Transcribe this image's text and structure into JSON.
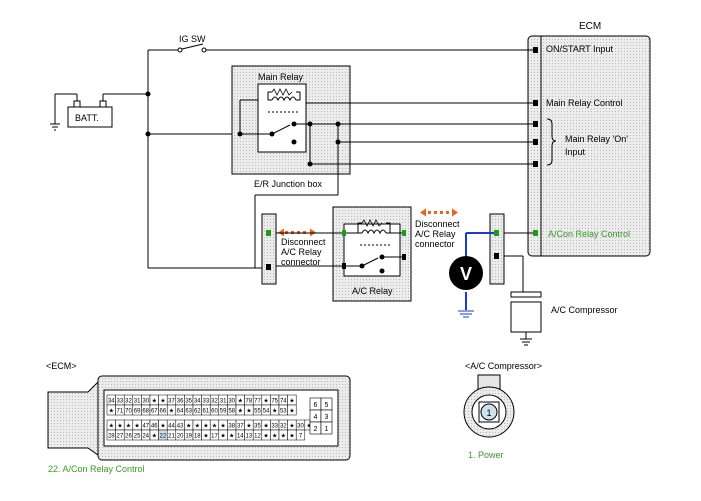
{
  "labels": {
    "ecm_title": "ECM",
    "ig_sw": "IG SW",
    "batt": "BATT.",
    "main_relay": "Main Relay",
    "er_junction_box": "E/R Junction box",
    "on_start_input": "ON/START Input",
    "main_relay_control": "Main Relay Control",
    "main_relay_on_input_1": "Main Relay 'On'",
    "main_relay_on_input_2": "Input",
    "acon_relay_control": "A/Con Relay Control",
    "ac_relay": "A/C Relay",
    "disconnect_left": [
      "Disconnect",
      "A/C Relay",
      "connector"
    ],
    "disconnect_right": [
      "Disconnect",
      "A/C Relay",
      "connector"
    ],
    "voltmeter": "V",
    "ac_compressor": "A/C Compressor",
    "ecm_connector_title": "<ECM>",
    "ecm_pin_caption": "22. A/Con Relay Control",
    "compressor_connector_title": "<A/C Compressor>",
    "compressor_pin_number": "1",
    "compressor_pin_caption": "1. Power"
  },
  "ecm_connector": {
    "pin_rows": [
      [
        "34",
        "33",
        "32",
        "31",
        "30",
        "★",
        "★",
        "37",
        "36",
        "35",
        "34",
        "33",
        "32",
        "31",
        "30",
        "★",
        "78",
        "77",
        "★",
        "75",
        "74",
        "★"
      ],
      [
        "★",
        "71",
        "70",
        "69",
        "68",
        "67",
        "66",
        "★",
        "64",
        "63",
        "62",
        "61",
        "60",
        "59",
        "58",
        "★",
        "★",
        "55",
        "54",
        "★",
        "53",
        "★"
      ],
      [
        "★",
        "★",
        "★",
        "★",
        "47",
        "46",
        "★",
        "44",
        "43",
        "★",
        "★",
        "★",
        "★",
        "★",
        "38",
        "37",
        "★",
        "35",
        "★",
        "33",
        "32",
        "★",
        "30",
        "★"
      ],
      [
        "28",
        "27",
        "26",
        "25",
        "24",
        "★",
        "22",
        "21",
        "20",
        "19",
        "18",
        "★",
        "17",
        "★",
        "★",
        "14",
        "13",
        "12",
        "★",
        "★",
        "★",
        "★",
        "7"
      ]
    ],
    "side_pins": [
      [
        "6",
        "5"
      ],
      [
        "4",
        "3"
      ],
      [
        "2",
        "1"
      ]
    ],
    "highlight_pin": "22"
  },
  "colors": {
    "line": "#000000",
    "highlight_text": "#3a9a2a",
    "terminal_green": "#1c9a1c",
    "wire_blue": "#1a3ad0",
    "arrow_orange": "#e8641a",
    "box_fill": "#e6e6e6"
  }
}
